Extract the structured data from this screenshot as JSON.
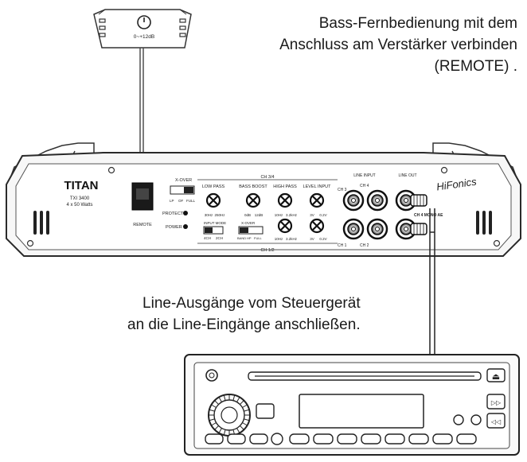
{
  "captions": {
    "remote": [
      "Bass-Fernbedienung mit dem",
      "Anschluss am Verstärker verbinden",
      "(REMOTE) ."
    ],
    "line": [
      "Line-Ausgänge vom Steuergerät",
      "an die Line-Eingänge anschließen."
    ]
  },
  "remote_unit": {
    "label": "0~+12dB"
  },
  "amplifier": {
    "brand": "TITAN",
    "model": "TXI 3400",
    "power": "4 x 50 Watts",
    "remote_label": "REMOTE",
    "protect_label": "PROTECT",
    "power_label": "POWER",
    "x_over_label": "X-OVER",
    "x_over_options": [
      "LP",
      "OF",
      "FULL"
    ],
    "input_mode_label": "INPUT MODE",
    "input_mode_options": [
      "4CH",
      "2CH"
    ],
    "x_over2_label": "X-OVER",
    "x_over2_options": [
      "BAND",
      "HP",
      "FULL"
    ],
    "ch34_label": "CH 3/4",
    "ch12_label": "CH 1/2",
    "knobs_top": [
      {
        "label": "LOW PASS",
        "min": "30Hz",
        "max": "250Hz"
      },
      {
        "label": "BASS BOOST",
        "min": "0dB",
        "max": "12dB"
      },
      {
        "label": "HIGH PASS",
        "min": "10Hz",
        "max": "3.2kHz"
      },
      {
        "label": "LEVEL INPUT",
        "min": "3V",
        "max": "0.2V"
      }
    ],
    "knobs_bottom": [
      {
        "min": "10Hz",
        "max": "3.2kHz"
      },
      {
        "min": "3V",
        "max": "0.2V"
      }
    ],
    "line_input_label": "LINE INPUT",
    "line_out_label": "LINE OUT",
    "channel_labels": [
      "CH 3",
      "CH 4",
      "CH 1",
      "CH 2"
    ],
    "mono_label": "CH 4 MONO AE",
    "logo_script": "HiFonics"
  },
  "head_unit": {
    "eject_symbol": "⏏",
    "next_symbol": "▷▷",
    "prev_symbol": "◁◁"
  }
}
